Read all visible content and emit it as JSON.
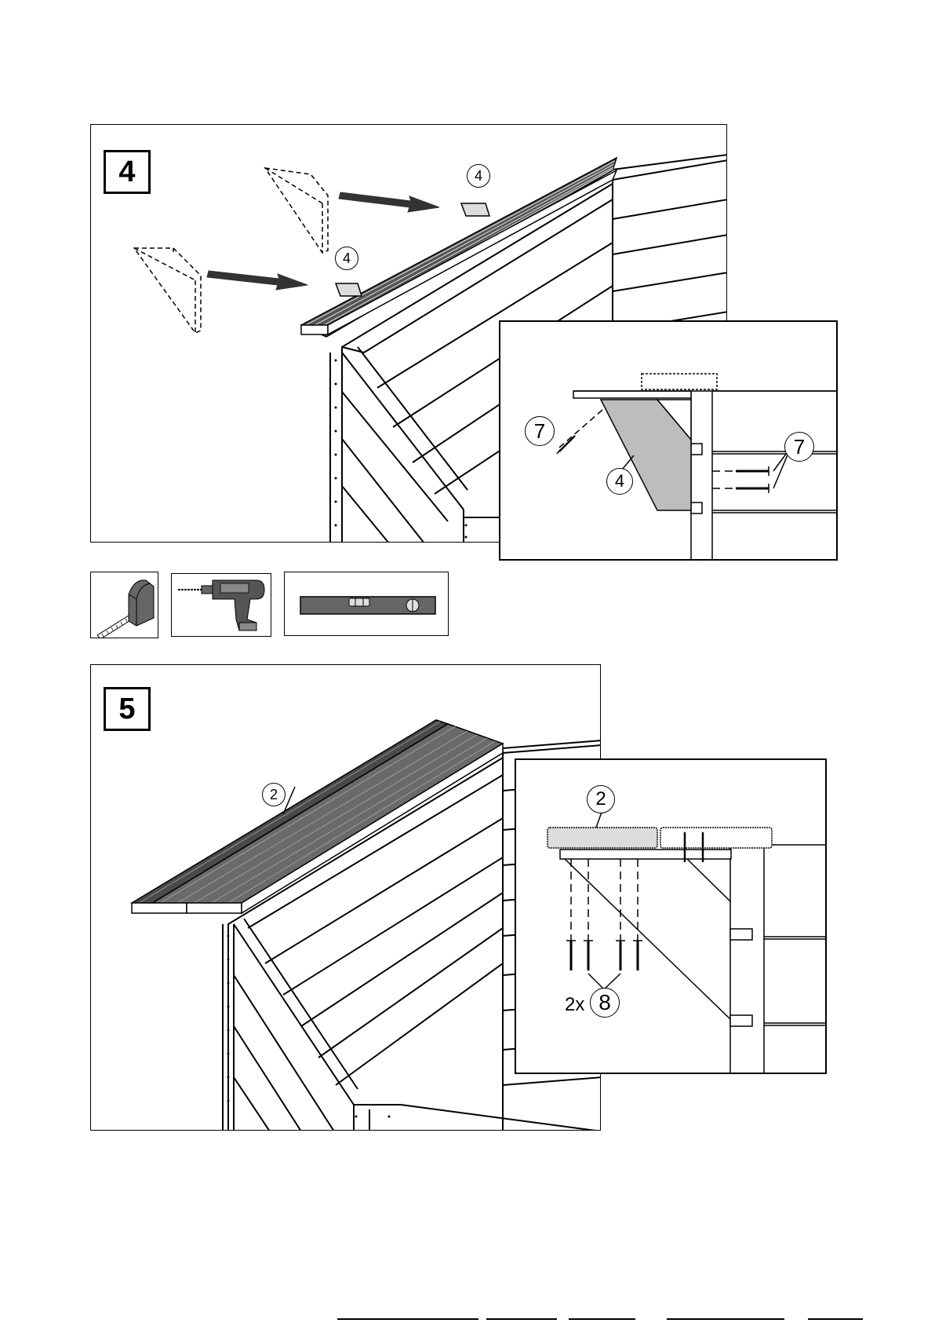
{
  "steps": [
    {
      "number": "4",
      "main_callouts": [
        "4",
        "4"
      ],
      "inset_callouts": [
        "7",
        "4",
        "7"
      ]
    },
    {
      "number": "5",
      "main_callouts": [
        "2"
      ],
      "inset_callouts": [
        "2",
        "8"
      ],
      "inset_quantity": "2x"
    }
  ],
  "tools": [
    {
      "icon": "tape-measure-icon"
    },
    {
      "icon": "drill-icon"
    },
    {
      "icon": "spirit-level-icon"
    }
  ],
  "colors": {
    "line": "#000000",
    "shade": "#bdbdbd",
    "dark": "#4a4a4a"
  }
}
